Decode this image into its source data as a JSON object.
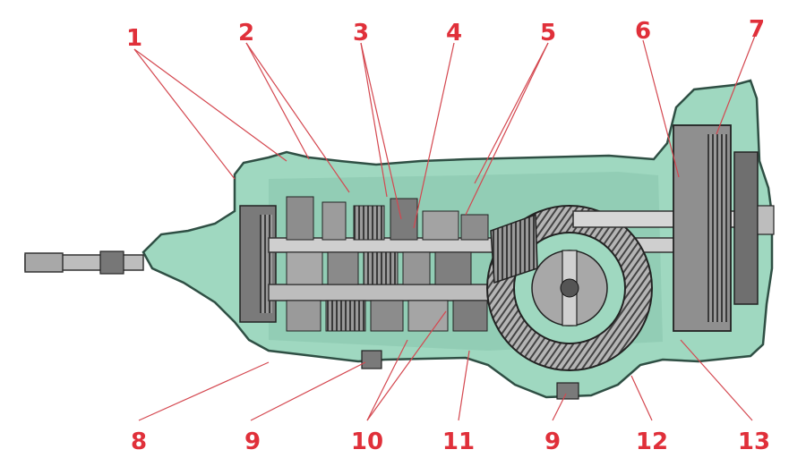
{
  "colors": {
    "callout": "#e0303a",
    "leader": "#d4474f",
    "housing": "#9fd8c0",
    "housing_dark": "#5f8f7e",
    "metal": "#8a8a8a",
    "metal_dark": "#3a3a3a",
    "metal_light": "#cfcfcf"
  },
  "callouts": [
    "1",
    "2",
    "3",
    "4",
    "5",
    "6",
    "7",
    "8",
    "9",
    "10",
    "11",
    "9",
    "12",
    "13"
  ]
}
